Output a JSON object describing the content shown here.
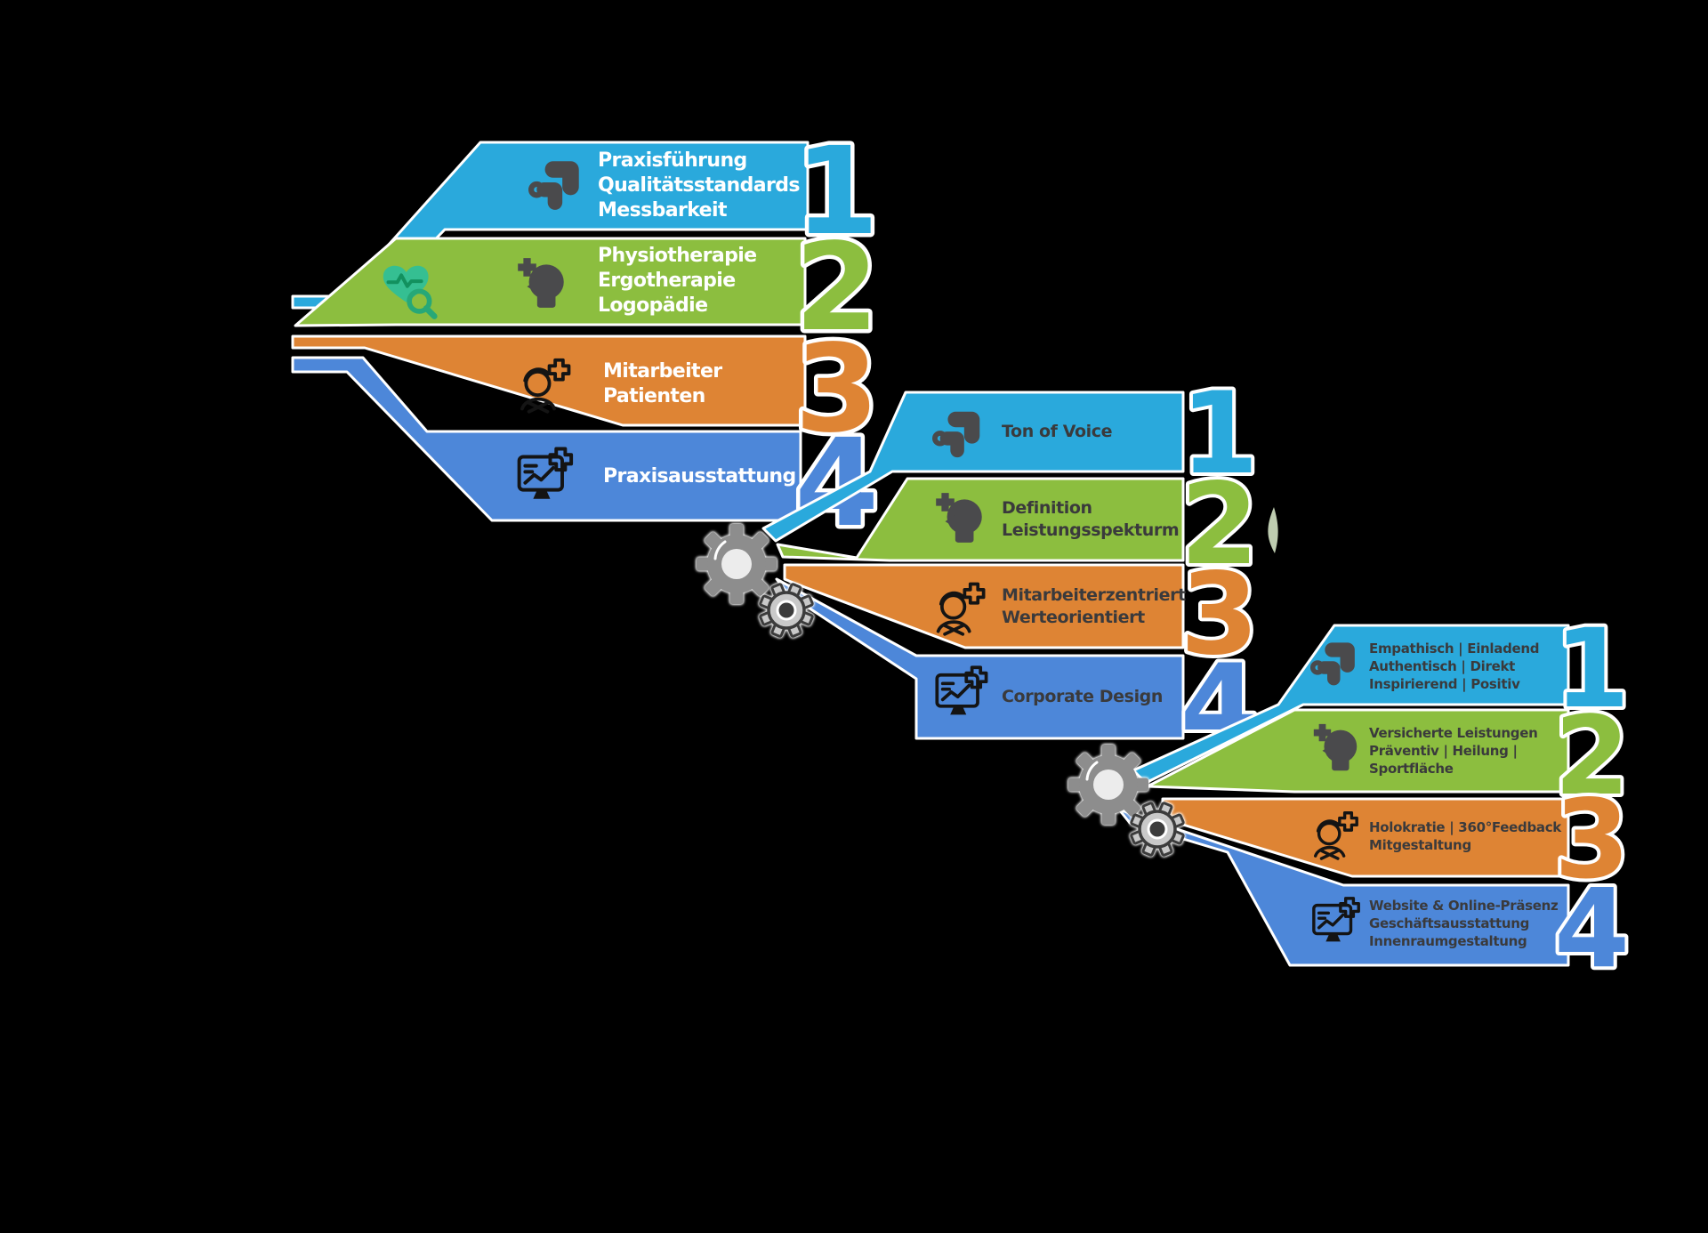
{
  "background": "#000000",
  "colors": {
    "teal": "#2aa9dc",
    "green": "#8cbe3f",
    "orange": "#de8434",
    "blue": "#4d87d9",
    "icon_dark": "#4a4a4c",
    "icon_black": "#141414",
    "text_light": "#ffffff",
    "text_dark": "#3a3a3c",
    "background": "#000000",
    "gear_gray": "#8d8d8d",
    "gear_light": "#ececec",
    "gear_mid": "#c9c9c9",
    "gear_dark": "#3c3c3c",
    "heart_green": "#35bf92",
    "pulse_green": "#12915e",
    "magnifier_green": "#27a877",
    "leaf": "#dff0cf",
    "number_outline": "#ffffff"
  },
  "groups": [
    {
      "id": "stage-1",
      "text_style": "light",
      "items": [
        {
          "number": "1",
          "color": "teal",
          "icon": "brand-mark-icon",
          "lines": [
            "Praxisführung",
            "Qualitätsstandards",
            "Messbarkeit"
          ]
        },
        {
          "number": "2",
          "color": "green",
          "icon": "head-cross-icon",
          "extra_icon": "heart-pulse-magnifier-icon",
          "lines": [
            "Physiotherapie",
            "Ergotherapie",
            "Logopädie"
          ]
        },
        {
          "number": "3",
          "color": "orange",
          "icon": "person-plus-icon",
          "lines": [
            "Mitarbeiter",
            "Patienten"
          ]
        },
        {
          "number": "4",
          "color": "blue",
          "icon": "monitor-chart-plus-icon",
          "lines": [
            "Praxisausstattung"
          ]
        }
      ]
    },
    {
      "id": "stage-2",
      "text_style": "dark",
      "items": [
        {
          "number": "1",
          "color": "teal",
          "icon": "brand-mark-icon",
          "lines": [
            "Ton of Voice"
          ]
        },
        {
          "number": "2",
          "color": "green",
          "icon": "head-cross-icon",
          "lines": [
            "Definition",
            "Leistungsspekturm"
          ]
        },
        {
          "number": "3",
          "color": "orange",
          "icon": "person-plus-icon",
          "lines": [
            "Mitarbeiterzentriert",
            "Werteorientiert"
          ]
        },
        {
          "number": "4",
          "color": "blue",
          "icon": "monitor-chart-plus-icon",
          "lines": [
            "Corporate Design"
          ]
        }
      ]
    },
    {
      "id": "stage-3",
      "text_style": "dark",
      "items": [
        {
          "number": "1",
          "color": "teal",
          "icon": "brand-mark-icon",
          "lines": [
            "Empathisch | Einladend",
            "Authentisch | Direkt",
            "Inspirierend | Positiv"
          ]
        },
        {
          "number": "2",
          "color": "green",
          "icon": "head-cross-icon",
          "lines": [
            "Versicherte Leistungen",
            "Präventiv | Heilung |",
            "Sportfläche"
          ]
        },
        {
          "number": "3",
          "color": "orange",
          "icon": "person-plus-icon",
          "lines": [
            "Holokratie | 360°Feedback",
            "Mitgestaltung"
          ]
        },
        {
          "number": "4",
          "color": "blue",
          "icon": "monitor-chart-plus-icon",
          "lines": [
            "Website & Online-Präsenz",
            "Geschäftsausstattung",
            "Innenraumgestaltung"
          ]
        }
      ]
    }
  ],
  "decorations": {
    "gear_icons": [
      "gear-large-icon",
      "gear-small-icon",
      "gear-large-icon",
      "gear-small-icon"
    ],
    "leaf_accent": true
  }
}
